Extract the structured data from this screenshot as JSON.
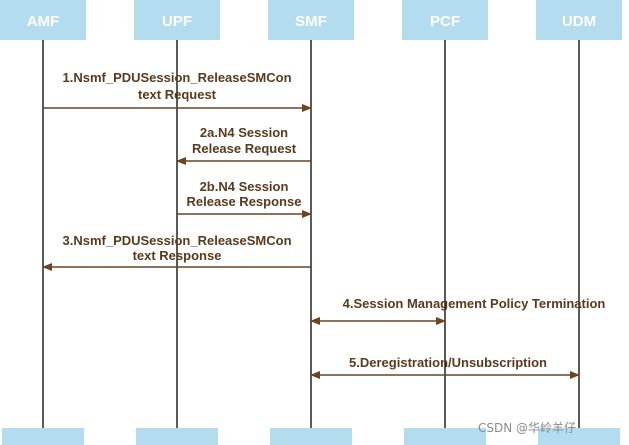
{
  "diagram": {
    "colors": {
      "header": "#b3dcef",
      "lifeline": "#000000",
      "arrow": "#6b4423",
      "label": "#5a3a1e"
    },
    "participants": [
      "AMF",
      "UPF",
      "SMF",
      "PCF",
      "UDM"
    ],
    "messages": [
      {
        "from": 0,
        "to": 2,
        "lines": [
          "1.Nsmf_PDUSession_ReleaseSMCon",
          "text Request"
        ]
      },
      {
        "from": 2,
        "to": 1,
        "lines": [
          "2a.N4 Session",
          "Release Request"
        ]
      },
      {
        "from": 1,
        "to": 2,
        "lines": [
          "2b.N4 Session",
          "Release Response"
        ]
      },
      {
        "from": 2,
        "to": 0,
        "lines": [
          "3.Nsmf_PDUSession_ReleaseSMCon",
          "text Response"
        ]
      },
      {
        "from": 2,
        "to": 3,
        "bidirectional": true,
        "lines": [
          "4.Session Management Policy Termination"
        ]
      },
      {
        "from": 2,
        "to": 4,
        "bidirectional": true,
        "lines": [
          "5.Deregistration/Unsubscription"
        ]
      }
    ],
    "watermark": "CSDN @华岭羊仔"
  }
}
